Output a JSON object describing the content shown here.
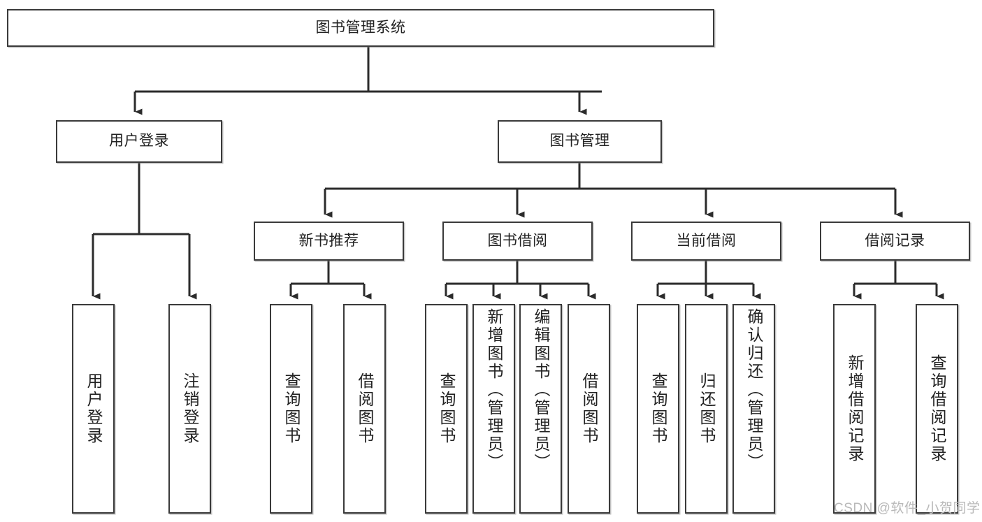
{
  "diagram": {
    "type": "tree-hierarchy",
    "title": "图书管理系统",
    "watermark": "CSDN @软件_小贺同学",
    "style": {
      "background": "#ffffff",
      "box_stroke": "#3a3a3a",
      "box_fill": "#ffffff",
      "connector_stroke": "#2b2b2b",
      "text_color": "#222222",
      "watermark_color": "#b9b9b9"
    },
    "nodes": {
      "root": {
        "label": "图书管理系统",
        "orientation": "horizontal"
      },
      "level1": [
        {
          "id": "user-login",
          "label": "用户登录",
          "orientation": "horizontal"
        },
        {
          "id": "book-manage",
          "label": "图书管理",
          "orientation": "horizontal"
        }
      ],
      "level2": [
        {
          "id": "new-book-recommend",
          "label": "新书推荐",
          "orientation": "horizontal"
        },
        {
          "id": "book-borrow",
          "label": "图书借阅",
          "orientation": "horizontal"
        },
        {
          "id": "current-borrow",
          "label": "当前借阅",
          "orientation": "horizontal"
        },
        {
          "id": "borrow-record",
          "label": "借阅记录",
          "orientation": "horizontal"
        }
      ],
      "leaves": [
        {
          "id": "leaf-user-login",
          "label": "用户登录",
          "parent": "user-login",
          "orientation": "vertical"
        },
        {
          "id": "leaf-logout-login",
          "label": "注销登录",
          "parent": "user-login",
          "orientation": "vertical"
        },
        {
          "id": "leaf-query-book-1",
          "label": "查询图书",
          "parent": "new-book-recommend",
          "orientation": "vertical"
        },
        {
          "id": "leaf-borrow-book-1",
          "label": "借阅图书",
          "parent": "new-book-recommend",
          "orientation": "vertical"
        },
        {
          "id": "leaf-query-book-2",
          "label": "查询图书",
          "parent": "book-borrow",
          "orientation": "vertical"
        },
        {
          "id": "leaf-add-book",
          "label": "新增图书（管理员）",
          "parent": "book-borrow",
          "orientation": "vertical"
        },
        {
          "id": "leaf-edit-book",
          "label": "编辑图书（管理员）",
          "parent": "book-borrow",
          "orientation": "vertical"
        },
        {
          "id": "leaf-borrow-book-2",
          "label": "借阅图书",
          "parent": "book-borrow",
          "orientation": "vertical"
        },
        {
          "id": "leaf-query-book-3",
          "label": "查询图书",
          "parent": "current-borrow",
          "orientation": "vertical"
        },
        {
          "id": "leaf-return-book",
          "label": "归还图书",
          "parent": "current-borrow",
          "orientation": "vertical"
        },
        {
          "id": "leaf-confirm-return",
          "label": "确认归还（管理员）",
          "parent": "current-borrow",
          "orientation": "vertical"
        },
        {
          "id": "leaf-add-record",
          "label": "新增借阅记录",
          "parent": "borrow-record",
          "orientation": "vertical"
        },
        {
          "id": "leaf-query-record",
          "label": "查询借阅记录",
          "parent": "borrow-record",
          "orientation": "vertical"
        }
      ]
    }
  }
}
